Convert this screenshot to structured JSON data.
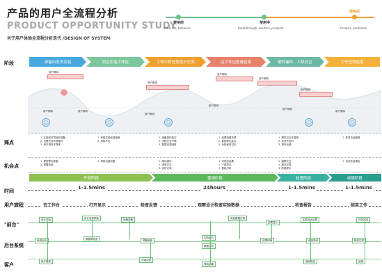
{
  "header": {
    "title_cn": "产品的用户全流程分析",
    "title_en": "PRODUCT OPPORTUNITY STUDY",
    "subtitle": "关于用户体验全流程分析迭代 /DESIGN OF SYSTEM"
  },
  "mini_flow": {
    "nodes": [
      {
        "title": "使用前",
        "sub": "Daily life, behavior"
      },
      {
        "title": "使用中",
        "sub": "Breakthrough, solution, prospect"
      },
      {
        "title": "使用后",
        "sub": "Analysis, prediction"
      }
    ]
  },
  "rows": {
    "stage": "阶段",
    "pain": "痛点",
    "opportunity": "机会点",
    "time": "时间",
    "journey": "用户旅程",
    "frontstage": "\"前台\"",
    "backstage": "后台系统",
    "customer": "客户"
  },
  "stages": [
    {
      "label": "准备出发去实验",
      "color": "#4aa8e0"
    },
    {
      "label": "到达实验工作区",
      "color": "#7bc69a"
    },
    {
      "label": "工作中和任务提示交流",
      "color": "#f0a030"
    },
    {
      "label": "边工作边查看结果",
      "color": "#e8816a"
    },
    {
      "label": "硬件操作，人机交互",
      "color": "#6db9a4"
    },
    {
      "label": "工作任务结束",
      "color": "#f5b13c"
    }
  ],
  "emotion_notes": [
    "用户期待",
    "用户期待",
    "用户期待",
    "用户期待",
    "用户期待",
    "用户期待"
  ],
  "upper_notes": [
    {
      "text": "用户期待"
    },
    {
      "text": "用户焦虑"
    },
    {
      "text": "用户期待"
    },
    {
      "text": "用户期待"
    },
    {
      "text": "用户期待"
    }
  ],
  "pain_points": [
    [
      "1. 实验室环境没有准备",
      "2. 设备还没有准备好",
      "3. 用户操作不熟练"
    ],
    [
      "1. 获取实验信息困难",
      "2. 材料不足"
    ],
    [
      "1. 设备操作复杂",
      "2. 流程交流不畅",
      "3. 数据记录困难"
    ],
    [
      "1. 结果查看不便",
      "2. 数据导出复杂",
      "3. 分析耗时过长"
    ],
    [
      "1. 硬件交互不直观",
      "2. 反馈不及时",
      "3. 操作出错"
    ],
    [
      "1. 任务总结困难"
    ]
  ],
  "opportunities": [
    [
      "1. 提前预约准备",
      "2. 提醒功能"
    ],
    [
      "1. 导航功能完善"
    ],
    [
      "1. 简化操作",
      "2. 语音交互",
      "3. 实时记录"
    ],
    [
      "1. 可视化结果",
      "2. 一键导出",
      "3. 智能分析"
    ],
    [
      "1. 触屏交互",
      "2. 即时反馈",
      "3. 防错提示"
    ],
    [
      "1. 自动总结报告"
    ]
  ],
  "phases": [
    {
      "label": "开机阶段",
      "color": "#8cc152"
    },
    {
      "label": "使用阶段",
      "color": "#5cb85c"
    },
    {
      "label": "检查阶段",
      "color": "#3cb0a0"
    },
    {
      "label": "收尾阶段",
      "color": "#2a9d8f"
    }
  ],
  "times": [
    "1-1.5mins",
    "24hours",
    "1-1.5mins",
    "1-1.5mins"
  ],
  "journey": [
    "去工作台",
    "打开显示",
    "检查反馈",
    "观察设计检查实验数据",
    "检查报告",
    "结束工作"
  ],
  "service_boxes": {
    "front": [
      "设计开始",
      "设计信息获取",
      "设备准备",
      "实验数据记录",
      "结果显示",
      "实验设计结果",
      "任务完成"
    ],
    "back": [
      "系统启动",
      "数据库检查",
      "调度系统",
      "实验运行",
      "数据分析",
      "结果传输",
      "系统关闭",
      "报告生成"
    ],
    "customer": [
      "用户登录",
      "开始实验",
      "等待结果",
      "接收报告",
      "结束"
    ]
  },
  "colors": {
    "accent_green": "#6cc08a",
    "accent_orange": "#f0a030",
    "pink": "#f3b5b5"
  }
}
